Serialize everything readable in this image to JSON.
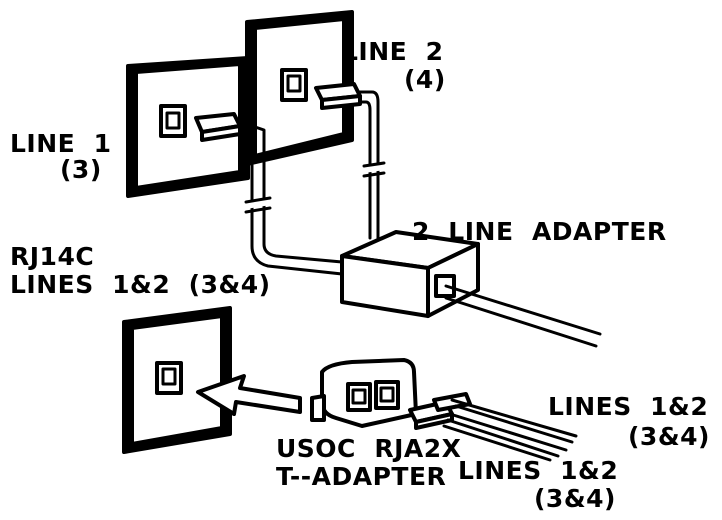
{
  "labels": {
    "line1": "LINE  1",
    "line1_sub": "(3)",
    "line2": "LINE  2",
    "line2_sub": "(4)",
    "adapter": "2  LINE  ADAPTER",
    "rj14c": "RJ14C",
    "lines12": "LINES  1&2  (3&4)",
    "usoc": "USOC  RJA2X",
    "tadapter": "T--ADAPTER",
    "right_lines": "LINES  1&2",
    "right_sub": "(3&4)",
    "bottom_lines": "LINES  1&2",
    "bottom_sub": "(3&4)"
  }
}
